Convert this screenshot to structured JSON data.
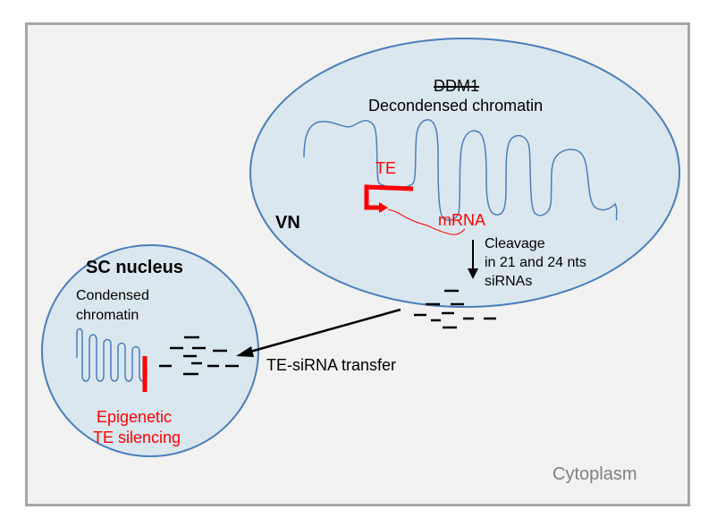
{
  "labels": {
    "ddm1": "DDM1",
    "decondensed": "Decondensed chromatin",
    "te": "TE",
    "mrna": "mRNA",
    "vn": "VN",
    "cleavage": "Cleavage",
    "cleavage_detail": "in 21 and 24 nts",
    "sirnas": "siRNAs",
    "sc_nucleus": "SC nucleus",
    "condensed_line1": "Condensed",
    "condensed_line2": "chromatin",
    "transfer": "TE-siRNA transfer",
    "epigenetic": "Epigenetic",
    "te_silencing": "TE silencing",
    "cytoplasm": "Cytoplasm"
  },
  "colors": {
    "chromatin": "#4a7ebb",
    "nucleus_fill": "#dbe7ef",
    "nucleus_border": "#4a7ebb",
    "te_red": "#ff0000",
    "cytoplasm_bg": "#f2f2f2",
    "frame_border": "#a6a6a6"
  }
}
